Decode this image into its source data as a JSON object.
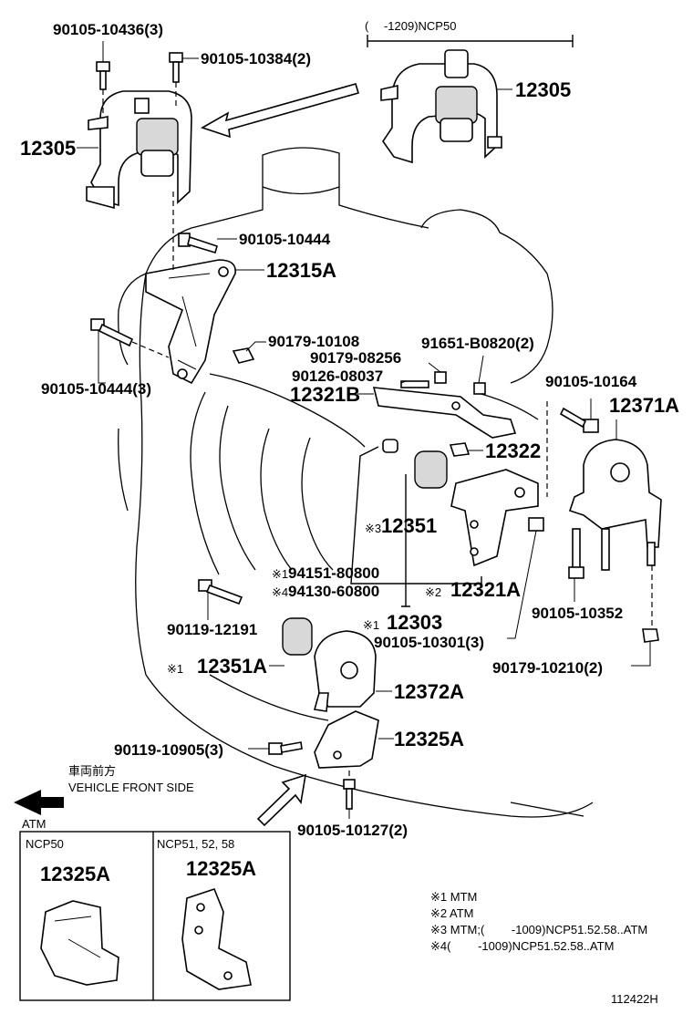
{
  "diagram": {
    "labels": {
      "p_90105_10436": "90105-10436(3)",
      "p_90105_10384": "90105-10384(2)",
      "p_12305_left": "12305",
      "p_12305_right": "12305",
      "variant_top": "(　 -1209)NCP50",
      "p_90105_10444_a": "90105-10444",
      "p_12315A": "12315A",
      "p_90179_10108": "90179-10108",
      "p_90105_10444_b": "90105-10444(3)",
      "p_91651_B0820": "91651-B0820(2)",
      "p_90179_08256": "90179-08256",
      "p_90126_08037": "90126-08037",
      "p_12321B": "12321B",
      "p_90105_10164": "90105-10164",
      "p_12371A": "12371A",
      "p_12322": "12322",
      "p_12351": "12351",
      "mark_12351": "※3",
      "p_94151_80800": "94151-80800",
      "mark_94151": "※1",
      "p_94130_60800": "94130-60800",
      "mark_94130": "※4",
      "p_12321A": "12321A",
      "mark_12321A": "※2",
      "p_90105_10352": "90105-10352",
      "p_90119_12191": "90119-12191",
      "p_12303": "12303",
      "mark_12303": "※1",
      "p_90105_10301": "90105-10301(3)",
      "p_12351A": "12351A",
      "mark_12351A": "※1",
      "p_90179_10210": "90179-10210(2)",
      "p_12372A": "12372A",
      "p_90119_10905": "90119-10905(3)",
      "p_12325A": "12325A",
      "front_jp": "車両前方",
      "front_en": "VEHICLE FRONT SIDE",
      "p_90105_10127": "90105-10127(2)",
      "atm": "ATM",
      "box1_title": "NCP50",
      "box1_part": "12325A",
      "box2_title": "NCP51, 52, 58",
      "box2_part": "12325A",
      "note1": "※1 MTM",
      "note2": "※2 ATM",
      "note3": "※3 MTM;(　　 -1009)NCP51.52.58..ATM",
      "note4": "※4(　　 -1009)NCP51.52.58..ATM",
      "diagram_id": "112422H"
    }
  }
}
